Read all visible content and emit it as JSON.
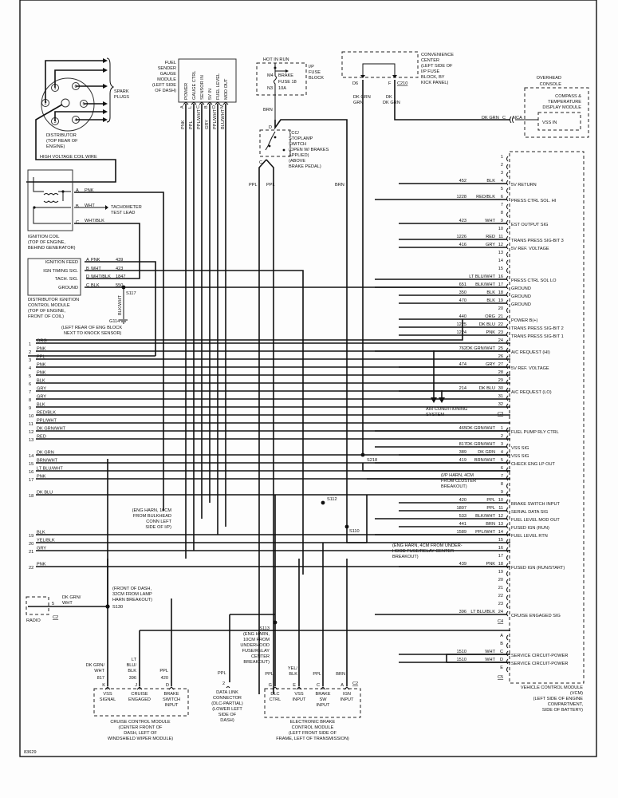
{
  "diagram_id": "83629",
  "distributor": {
    "label": [
      "DISTRIBUTOR",
      "(TOP REAR OF",
      "ENGINE)"
    ],
    "terminals": [
      "1",
      "6",
      "2",
      "5",
      "3",
      "4"
    ],
    "spark_plugs_label": [
      "SPARK",
      "PLUGS"
    ],
    "hv_wire_label": "HIGH VOLTAGE COIL WIRE"
  },
  "ignition_coil": {
    "label": [
      "IGNITION COIL",
      "(TOP OF ENGINE,",
      "BEHIND GENERATOR)"
    ],
    "pins": [
      {
        "pin": "A",
        "color": "PNK"
      },
      {
        "pin": "B",
        "color": "WHT"
      },
      {
        "pin": "C",
        "color": "WHT/BLK"
      }
    ],
    "tach_lead": [
      "TACHOMETER",
      "TEST LEAD"
    ]
  },
  "dist_ignition_module": {
    "label": [
      "DISTRIBUTOR IGNITION",
      "CONTROL MODULE",
      "(TOP OF ENGINE,",
      "FRONT OF COIL)"
    ],
    "pins": [
      {
        "name": "IGNITION FEED",
        "pin": "A",
        "color": "PNK",
        "circuit": "439"
      },
      {
        "name": "IGN TIMING SIG.",
        "pin": "B",
        "color": "WHT",
        "circuit": "423"
      },
      {
        "name": "TACH. SIG.",
        "pin": "D",
        "color": "WHT/BLK",
        "circuit": "1847"
      },
      {
        "name": "GROUND",
        "pin": "C",
        "color": "BLK",
        "circuit": "550"
      }
    ],
    "splice": "S117",
    "ground_wire": "BLK/WHT",
    "ground": "G114",
    "ground_label": [
      "(LEFT REAR OF ENG BLOCK",
      "NEXT TO KNOCK SENSOR)"
    ]
  },
  "fuel_sender": {
    "label": [
      "FUEL",
      "SENDER",
      "GAUGE",
      "MODULE",
      "(LEFT SIDE",
      "OF DASH)"
    ],
    "pins": [
      {
        "name": "POWER",
        "pin": "A",
        "color": "PNK"
      },
      {
        "name": "GAUGE CTRL",
        "pin": "L",
        "color": "PPL"
      },
      {
        "name": "SENSOR IN",
        "pin": "C",
        "color": "PPL/WHT"
      },
      {
        "name": "5V IN",
        "pin": "B",
        "color": "GRY"
      },
      {
        "name": "FUEL LEVEL",
        "pin": "D",
        "color": "PPL/WHT"
      },
      {
        "name": "MOD OUT",
        "pin": "M",
        "color": "BLU/WHT"
      }
    ]
  },
  "fuse_block": {
    "hot": "HOT IN RUN",
    "label": [
      "I/P",
      "FUSE",
      "BLOCK"
    ],
    "in": "M4",
    "out": "N3",
    "fuse": [
      "BRAKE",
      "FUSE 18",
      "10A"
    ],
    "wire": "BRN"
  },
  "tcc_switch": {
    "label": [
      "TCC/",
      "STOPLAMP",
      "SWITCH",
      "(OPEN W/ BRAKES",
      "APPLIED)",
      "(ABOVE",
      "BRAKE PEDAL)"
    ],
    "pin_top": "D",
    "pin_bottom": "C",
    "wires": [
      "PPL",
      "PPL",
      "BRN"
    ]
  },
  "convenience_center": {
    "label": [
      "CONVENIENCE",
      "CENTER",
      "(LEFT SIDE OF",
      "I/P FUSE",
      "BLOCK, BY",
      "KICK PANEL)"
    ],
    "pins": [
      "D6",
      "F"
    ],
    "connector": "C210",
    "wires": [
      "DK GRN",
      "DK GRN"
    ]
  },
  "overhead_console": {
    "label": [
      "OVERHEAD",
      "CONSOLE"
    ],
    "module": [
      "COMPASS &",
      "TEMPERATURE",
      "DISPLAY MODULE"
    ],
    "input": "VSS IN",
    "wire": "DK GRN",
    "pin": "C",
    "nca": "NCA"
  },
  "left_wires": [
    {
      "n": "1",
      "c": "ORG"
    },
    {
      "n": "2",
      "c": "PNK"
    },
    {
      "n": "3",
      "c": "PPL"
    },
    {
      "n": "4",
      "c": "PNK"
    },
    {
      "n": "5",
      "c": "PNK"
    },
    {
      "n": "6",
      "c": "BLK"
    },
    {
      "n": "7",
      "c": "GRY"
    },
    {
      "n": "8",
      "c": "GRY"
    },
    {
      "n": "9",
      "c": "BLK"
    },
    {
      "n": "10",
      "c": "RED/BLK"
    },
    {
      "n": "11",
      "c": "PPL/WHT"
    },
    {
      "n": "12",
      "c": "DK GRN/WHT"
    },
    {
      "n": "13",
      "c": "RED"
    },
    {
      "n": "14",
      "c": "DK GRN"
    },
    {
      "n": "15",
      "c": "BRN/WHT"
    },
    {
      "n": "16",
      "c": "LT BLU/WHT"
    },
    {
      "n": "17",
      "c": "PNK"
    },
    {
      "n": "18",
      "c": "DK BLU"
    },
    {
      "n": "19",
      "c": "BLK"
    },
    {
      "n": "20",
      "c": "YEL/BLK"
    },
    {
      "n": "21",
      "c": "GRY"
    },
    {
      "n": "22",
      "c": "PNK"
    }
  ],
  "vcm": {
    "label": [
      "VEHICLE CONTROL MODULE",
      "(VCM)",
      "(LEFT SIDE OF ENGINE",
      "COMPARTMENT,",
      "SIDE OF BATTERY)"
    ],
    "c3": {
      "connector": "C3",
      "pins": [
        {
          "p": "1"
        },
        {
          "p": "2"
        },
        {
          "p": "3"
        },
        {
          "p": "4",
          "circuit": "452",
          "color": "BLK",
          "name": "5V RETURN"
        },
        {
          "p": "5"
        },
        {
          "p": "6",
          "circuit": "1228",
          "color": "RED/BLK",
          "name": "PRESS CTRL SOL. HI"
        },
        {
          "p": "7"
        },
        {
          "p": "8"
        },
        {
          "p": "9",
          "circuit": "423",
          "color": "WHT",
          "name": "EST OUTPUT SIG"
        },
        {
          "p": "10"
        },
        {
          "p": "11",
          "circuit": "1226",
          "color": "RED",
          "name": "TRANS PRESS SIG-BIT 3"
        },
        {
          "p": "12",
          "circuit": "416",
          "color": "GRY",
          "name": "5V REF. VOLTAGE"
        },
        {
          "p": "13"
        },
        {
          "p": "14"
        },
        {
          "p": "15"
        },
        {
          "p": "16",
          "circuit": "",
          "color": "LT BLU/WHT",
          "name": "PRESS CTRL SOL LO"
        },
        {
          "p": "17",
          "circuit": "651",
          "color": "BLK/WHT",
          "name": "GROUND"
        },
        {
          "p": "18",
          "circuit": "350",
          "color": "BLK",
          "name": "GROUND"
        },
        {
          "p": "19",
          "circuit": "470",
          "color": "BLK",
          "name": "GROUND"
        },
        {
          "p": "20"
        },
        {
          "p": "21",
          "circuit": "440",
          "color": "ORG",
          "name": "POWER B(+)"
        },
        {
          "p": "22",
          "circuit": "1225",
          "color": "DK BLU",
          "name": "TRANS PRESS SIG-BIT 2"
        },
        {
          "p": "23",
          "circuit": "1224",
          "color": "PNK",
          "name": "TRANS PRESS SIG-BIT 1"
        },
        {
          "p": "24"
        },
        {
          "p": "25",
          "circuit": "762",
          "color": "DK GRN/WHT",
          "name": "A/C REQUEST (HI)"
        },
        {
          "p": "26"
        },
        {
          "p": "27",
          "circuit": "474",
          "color": "GRY",
          "name": "5V REF. VOLTAGE"
        },
        {
          "p": "28"
        },
        {
          "p": "29"
        },
        {
          "p": "30",
          "circuit": "214",
          "color": "DK BLU",
          "name": "A/C REQUEST (LO)"
        },
        {
          "p": "31"
        },
        {
          "p": "32"
        }
      ]
    },
    "c4": {
      "connector": "C4",
      "pins": [
        {
          "p": "1",
          "circuit": "465",
          "color": "DK GRN/WHT",
          "name": "FUEL PUMP RLY CTRL"
        },
        {
          "p": "2"
        },
        {
          "p": "3",
          "circuit": "817",
          "color": "DK GRN/WHT",
          "name": "VSS SIG"
        },
        {
          "p": "4",
          "circuit": "389",
          "color": "DK GRN",
          "name": "VSS SIG"
        },
        {
          "p": "5",
          "circuit": "419",
          "color": "BRN/WHT",
          "name": "CHECK ENG LP OUT"
        },
        {
          "p": "6"
        },
        {
          "p": "7"
        },
        {
          "p": "8"
        },
        {
          "p": "9"
        },
        {
          "p": "10",
          "circuit": "420",
          "color": "PPL",
          "name": "BRAKE SWITCH INPUT"
        },
        {
          "p": "11",
          "circuit": "1807",
          "color": "PPL",
          "name": "SERIAL DATA SIG"
        },
        {
          "p": "12",
          "circuit": "533",
          "color": "BLK/WHT",
          "name": "FUEL LEVEL MOD OUT"
        },
        {
          "p": "13",
          "circuit": "441",
          "color": "BRN",
          "name": "FUSED IGN (RUN)"
        },
        {
          "p": "14",
          "circuit": "1589",
          "color": "PPL/WHT",
          "name": "FUEL LEVEL RTN"
        },
        {
          "p": "15"
        },
        {
          "p": "16"
        },
        {
          "p": "17"
        },
        {
          "p": "18",
          "circuit": "439",
          "color": "PNK",
          "name": "FUSED IGN (RUN/START)"
        },
        {
          "p": "19"
        },
        {
          "p": "20"
        },
        {
          "p": "21"
        },
        {
          "p": "22"
        },
        {
          "p": "23"
        },
        {
          "p": "24",
          "circuit": "396",
          "color": "LT BLU/BLK",
          "name": "CRUISE ENGAGED SIG"
        }
      ]
    },
    "c5": {
      "connector": "C5",
      "pins": [
        {
          "p": "A"
        },
        {
          "p": "B"
        },
        {
          "p": "C",
          "circuit": "1510",
          "color": "WHT",
          "name": "SERVICE CIRCUIT-POWER"
        },
        {
          "p": "D",
          "circuit": "1510",
          "color": "WHT",
          "name": "SERVICE CIRCUIT-POWER"
        },
        {
          "p": "E"
        }
      ]
    }
  },
  "ac_system": [
    "AIR CONDITIONING",
    "SYSTEM"
  ],
  "splices": {
    "s218": {
      "id": "S218",
      "note": [
        "(I/P HARN, 4CM",
        "FROM CLUSTER",
        "BREAKOUT)"
      ]
    },
    "s112": {
      "id": "S112",
      "note": [
        "(ENG HARN, 10CM",
        "FROM BULKHEAD",
        "CONN LEFT",
        "SIDE OF I/P)"
      ]
    },
    "s110": {
      "id": "S110",
      "note": [
        "(ENG HARN, 4CM FROM UNDER-",
        "HOOD FUSE/RELAY CENTER",
        "BREAKOUT)"
      ]
    },
    "s130": {
      "id": "S130",
      "note": [
        "(FRONT OF DASH,",
        "32CM FROM LAMP",
        "HARN BREAKOUT)"
      ]
    },
    "s113": {
      "id": "S113",
      "note": [
        "(ENG HARN,",
        "10CM FROM",
        "UNDERHOOD",
        "FUSE/RELAY",
        "CENTER",
        "BREAKOUT)"
      ]
    }
  },
  "radio": {
    "label": "RADIO",
    "pin": "5",
    "connector": "C2",
    "wire": [
      "DK GRN/",
      "WHT"
    ]
  },
  "cruise_module": {
    "label": [
      "CRUISE CONTROL MODULE",
      "(CENTER FRONT OF",
      "DASH, LEFT OF",
      "WINDSHIELD WIPER MODULE)"
    ],
    "pins": [
      {
        "pin": "K",
        "circuit": "817",
        "color": [
          "DK GRN/",
          "WHT"
        ],
        "name": [
          "VSS",
          "SIGNAL"
        ]
      },
      {
        "pin": "J",
        "circuit": "396",
        "color": [
          "LT",
          "BLU/",
          "BLK"
        ],
        "name": [
          "CRUISE",
          "ENGAGED"
        ]
      },
      {
        "pin": "D",
        "circuit": "420",
        "color": [
          "PPL"
        ],
        "name": [
          "BRAKE",
          "SWITCH",
          "INPUT"
        ]
      }
    ]
  },
  "dlc": {
    "label": [
      "DATA LINK",
      "CONNECTOR",
      "(DLC-PARTIAL)",
      "(LOWER LEFT",
      "SIDE OF",
      "DASH)"
    ],
    "pin": "2",
    "wire": "PPL"
  },
  "ebcm": {
    "label": [
      "ELECTRONIC BRAKE",
      "CONTROL MODULE",
      "(LEFT FRONT SIDE OF",
      "FRAME, LEFT OF TRANSMISSION)"
    ],
    "connector": "C2",
    "pins": [
      {
        "pin": "G",
        "color": [
          "PPL"
        ],
        "name": [
          "DLC",
          "CTRL"
        ]
      },
      {
        "pin": "E",
        "color": [
          "YEL/",
          "BLK"
        ],
        "name": [
          "VSS",
          "INPUT"
        ]
      },
      {
        "pin": "C",
        "color": [
          "PPL"
        ],
        "name": [
          "BRAKE",
          "SW",
          "INPUT"
        ]
      },
      {
        "pin": "A",
        "color": [
          "BRN"
        ],
        "name": [
          "IGN",
          "INPUT"
        ]
      }
    ]
  }
}
